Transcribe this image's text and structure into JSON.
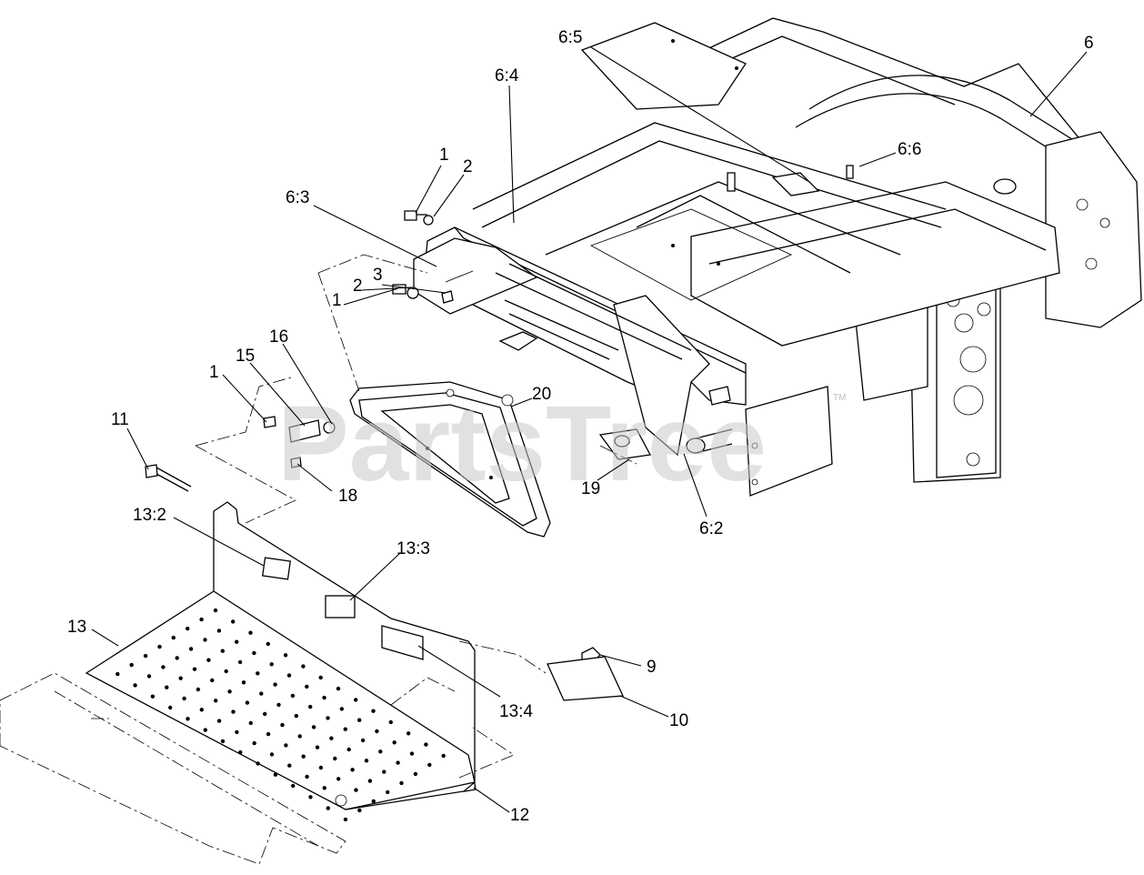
{
  "watermark": {
    "text": "PartsTree",
    "trademark": "TM"
  },
  "callouts": {
    "c1a": "1",
    "c2a": "2",
    "c6_3": "6:3",
    "c6_4": "6:4",
    "c6_5": "6:5",
    "c6": "6",
    "c6_6": "6:6",
    "c1b": "1",
    "c2b": "2",
    "c3": "3",
    "c1c": "1",
    "c15": "15",
    "c16": "16",
    "c20": "20",
    "c11": "11",
    "c18": "18",
    "c19": "19",
    "c6_2": "6:2",
    "c13_2": "13:2",
    "c13_3": "13:3",
    "c13": "13",
    "c13_4": "13:4",
    "c9": "9",
    "c10": "10",
    "c12": "12"
  }
}
